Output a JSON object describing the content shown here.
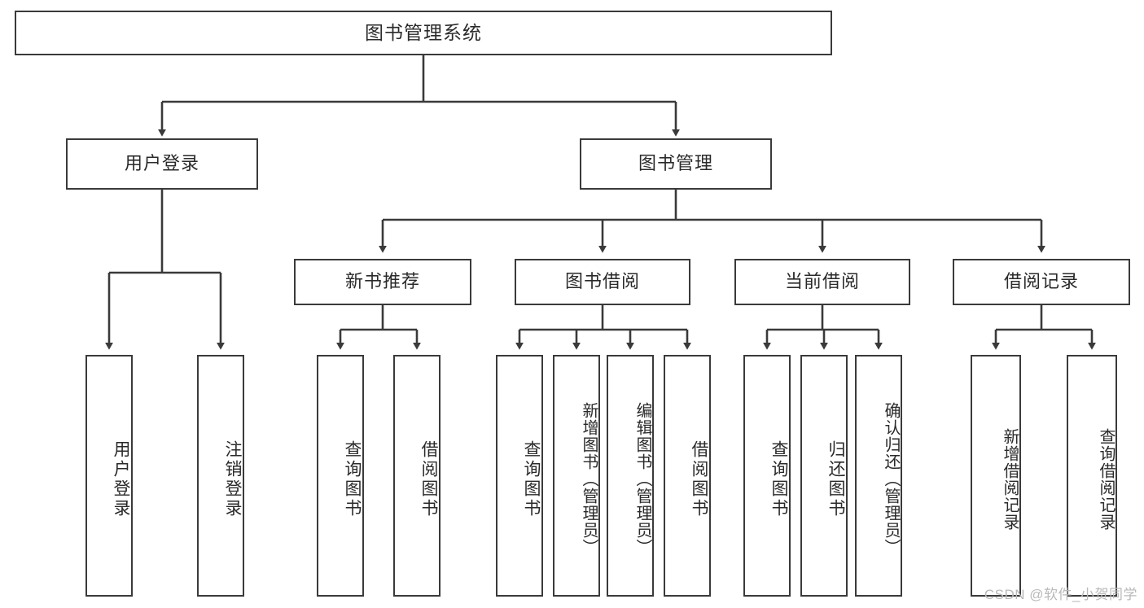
{
  "diagram": {
    "title": "图书管理系统",
    "type": "hierarchy-tree",
    "watermark": "CSDN @软件_小贺同学",
    "root": {
      "label": "图书管理系统"
    },
    "level2": [
      {
        "label": "用户登录"
      },
      {
        "label": "图书管理"
      }
    ],
    "level3": [
      {
        "label": "新书推荐"
      },
      {
        "label": "图书借阅"
      },
      {
        "label": "当前借阅"
      },
      {
        "label": "借阅记录"
      }
    ],
    "leaves": {
      "user_login": [
        {
          "label": "用户登录"
        },
        {
          "label": "注销登录"
        }
      ],
      "new_book_recommend": [
        {
          "label": "查询图书"
        },
        {
          "label": "借阅图书"
        }
      ],
      "book_borrow": [
        {
          "label": "查询图书"
        },
        {
          "label": "新增图书（管理员）"
        },
        {
          "label": "编辑图书（管理员）"
        },
        {
          "label": "借阅图书"
        }
      ],
      "current_borrow": [
        {
          "label": "查询图书"
        },
        {
          "label": "归还图书"
        },
        {
          "label": "确认归还（管理员）"
        }
      ],
      "borrow_record": [
        {
          "label": "新增借阅记录"
        },
        {
          "label": "查询借阅记录"
        }
      ]
    },
    "colors": {
      "stroke": "#3a3a3a",
      "fill": "#ffffff",
      "text": "#2a2a2a",
      "watermark": "#b9b9b9"
    }
  }
}
